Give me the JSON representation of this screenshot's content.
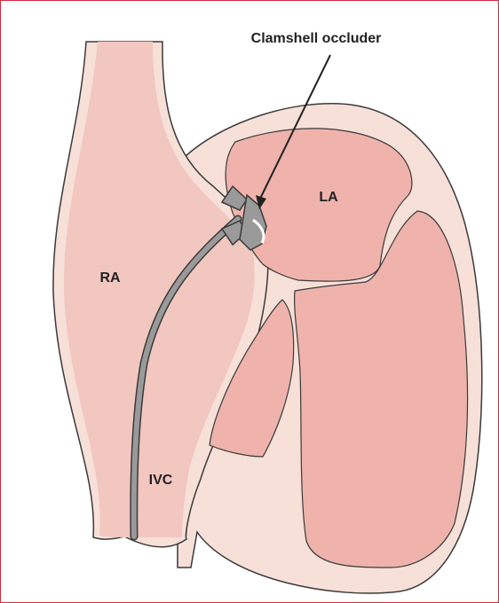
{
  "figure": {
    "callout": "Clamshell occluder",
    "labels": {
      "ra": "RA",
      "la": "LA",
      "ivc": "IVC"
    }
  },
  "colors": {
    "border": "#d2283c",
    "wall": "#f7e0d8",
    "outline": "#3a3a3a",
    "chamber_right": "#f2c7c0",
    "chamber_left": "#efb3ac",
    "device": "#9a9a9a",
    "catheter": "#9a9a9a"
  }
}
